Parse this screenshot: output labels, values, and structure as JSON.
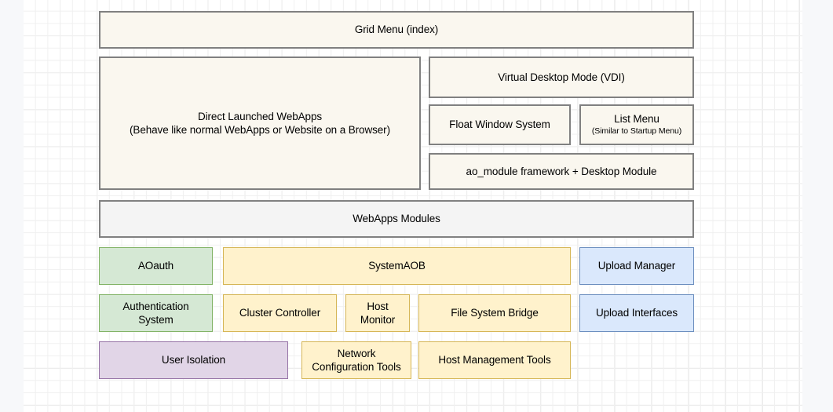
{
  "diagram": {
    "title": "Software architecture layer diagram",
    "background": {
      "page_color": "#f7f8fa",
      "canvas_color": "#ffffff",
      "grid_minor_color": "#f0f0f0",
      "grid_major_color": "#e6e6e6"
    },
    "palette": {
      "beige_fill": "#faf7ef",
      "beige_stroke": "#808080",
      "grey_fill": "#f4f4f4",
      "grey_stroke": "#808080",
      "green_fill": "#d5e8d4",
      "green_stroke": "#82b366",
      "yellow_fill": "#fff2cc",
      "yellow_stroke": "#d6b656",
      "blue_fill": "#dae8fc",
      "blue_stroke": "#6c8ebf",
      "purple_fill": "#e1d5e7",
      "purple_stroke": "#9673a6"
    },
    "nodes": [
      {
        "id": "grid-menu",
        "label": "Grid Menu (index)"
      },
      {
        "id": "direct-launched",
        "label": "Direct Launched WebApps",
        "label2": "(Behave like normal WebApps or Website on a Browser)"
      },
      {
        "id": "virtual-desktop-mode",
        "label": "Virtual Desktop Mode (VDI)"
      },
      {
        "id": "float-window-system",
        "label": "Float Window System"
      },
      {
        "id": "list-menu",
        "label": "List Menu",
        "sub": "(Similar to Startup Menu)"
      },
      {
        "id": "ao-module-framework",
        "label": "ao_module framework + Desktop Module"
      },
      {
        "id": "webapps-modules",
        "label": "WebApps Modules"
      },
      {
        "id": "aoauth",
        "label": "AOauth"
      },
      {
        "id": "system-aob",
        "label": "SystemAOB"
      },
      {
        "id": "upload-manager",
        "label": "Upload Manager"
      },
      {
        "id": "authentication-system",
        "label": "Authentication",
        "label2": "System"
      },
      {
        "id": "cluster-controller",
        "label": "Cluster Controller"
      },
      {
        "id": "host-monitor",
        "label": "Host",
        "label2": "Monitor"
      },
      {
        "id": "file-system-bridge",
        "label": "File System Bridge"
      },
      {
        "id": "upload-interfaces",
        "label": "Upload Interfaces"
      },
      {
        "id": "user-isolation",
        "label": "User Isolation"
      },
      {
        "id": "network-config-tools",
        "label": "Network",
        "label2": "Configuration Tools"
      },
      {
        "id": "host-management-tools",
        "label": "Host Management Tools"
      }
    ]
  }
}
